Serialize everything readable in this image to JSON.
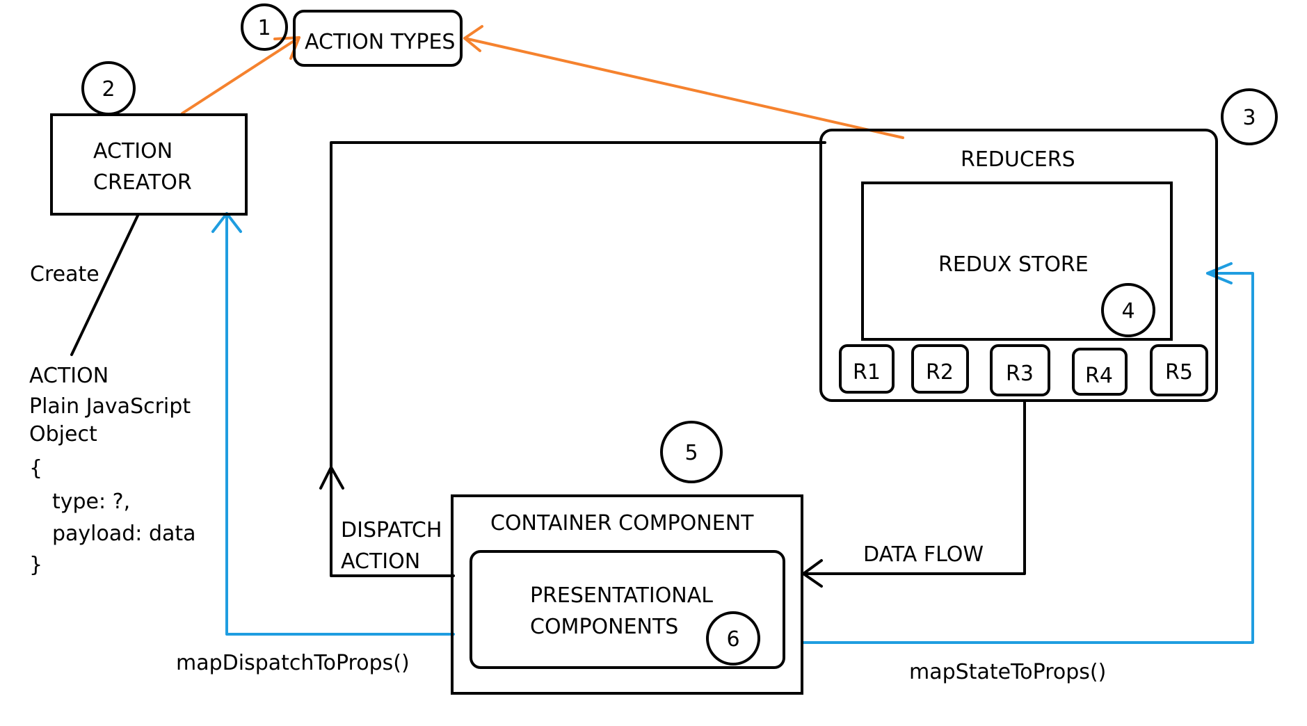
{
  "colors": {
    "black": "#000000",
    "orange": "#f5822e",
    "blue": "#1f9de0",
    "background": "#ffffff"
  },
  "markers": {
    "m1": "1",
    "m2": "2",
    "m3": "3",
    "m4": "4",
    "m5": "5",
    "m6": "6"
  },
  "boxes": {
    "action_types": "ACTION TYPES",
    "action_creator_line1": "ACTION",
    "action_creator_line2": "CREATOR",
    "reducers": "REDUCERS",
    "redux_store": "REDUX STORE",
    "container": "CONTAINER COMPONENT",
    "presentational_line1": "PRESENTATIONAL",
    "presentational_line2": "COMPONENTS"
  },
  "reducers": [
    "R1",
    "R2",
    "R3",
    "R4",
    "R5"
  ],
  "labels": {
    "create": "Create",
    "action": "ACTION",
    "plain_js": "Plain JavaScript",
    "object": "Object",
    "brace_open": "{",
    "type_line": "type: ?,",
    "payload_line": "payload: data",
    "brace_close": "}",
    "dispatch_line1": "DISPATCH",
    "dispatch_line2": "ACTION",
    "data_flow": "DATA FLOW",
    "map_dispatch": "mapDispatchToProps()",
    "map_state": "mapStateToProps()"
  }
}
